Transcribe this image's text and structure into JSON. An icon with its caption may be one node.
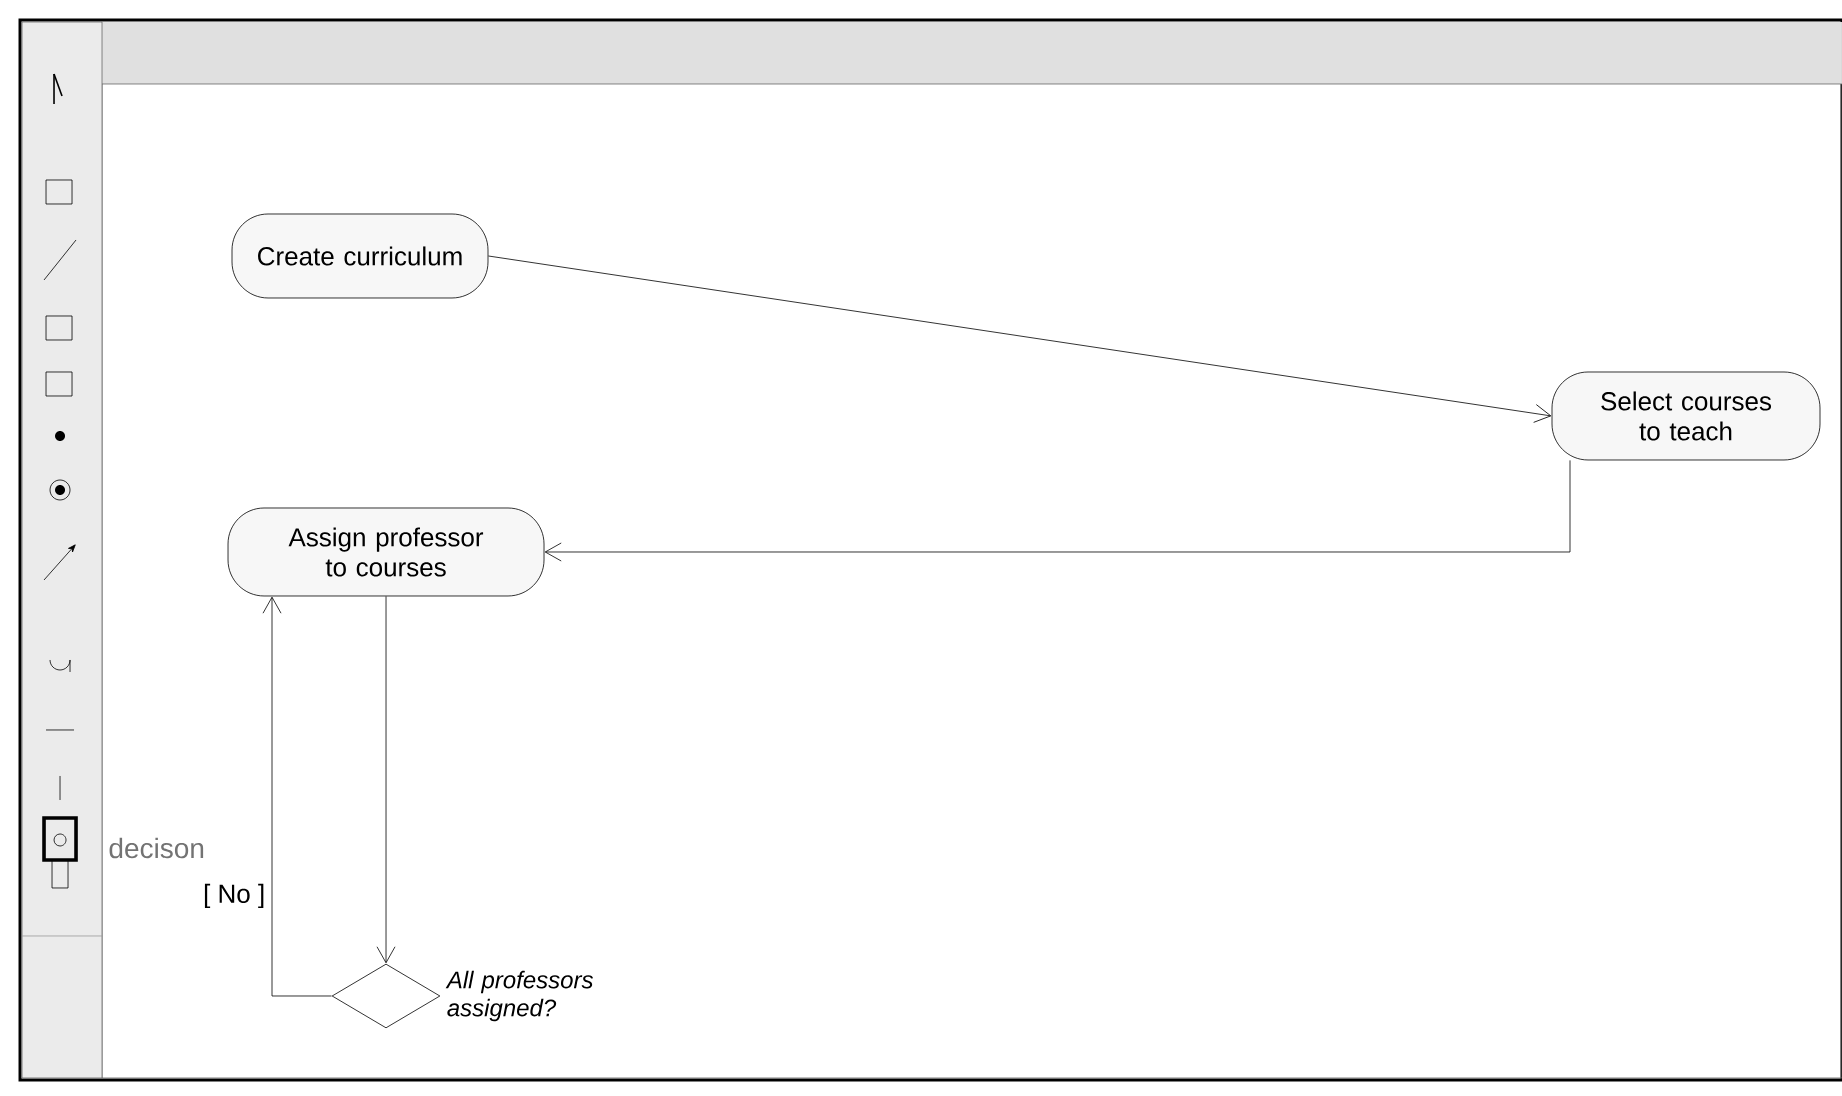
{
  "diagram": {
    "nodes": [
      {
        "text": [
          "Create curriculum"
        ]
      },
      {
        "text": [
          "Select courses to teach"
        ]
      },
      {
        "text": [
          "Assign professor to courses"
        ]
      },
      {
        "text": [],
        "shape": "diamond",
        "beside": [
          "All professors assigned?"
        ]
      }
    ],
    "edges": [
      {
        "from": 0,
        "to": 1,
        "arrow": "to"
      },
      {
        "from": 1,
        "to": 2,
        "arrow": "to"
      },
      {
        "from": 2,
        "to": 3,
        "arrow": "to"
      },
      {
        "from": 3,
        "to": 2,
        "arrow": "to",
        "label": "[ No ]"
      }
    ],
    "labels": [
      "decison"
    ]
  }
}
